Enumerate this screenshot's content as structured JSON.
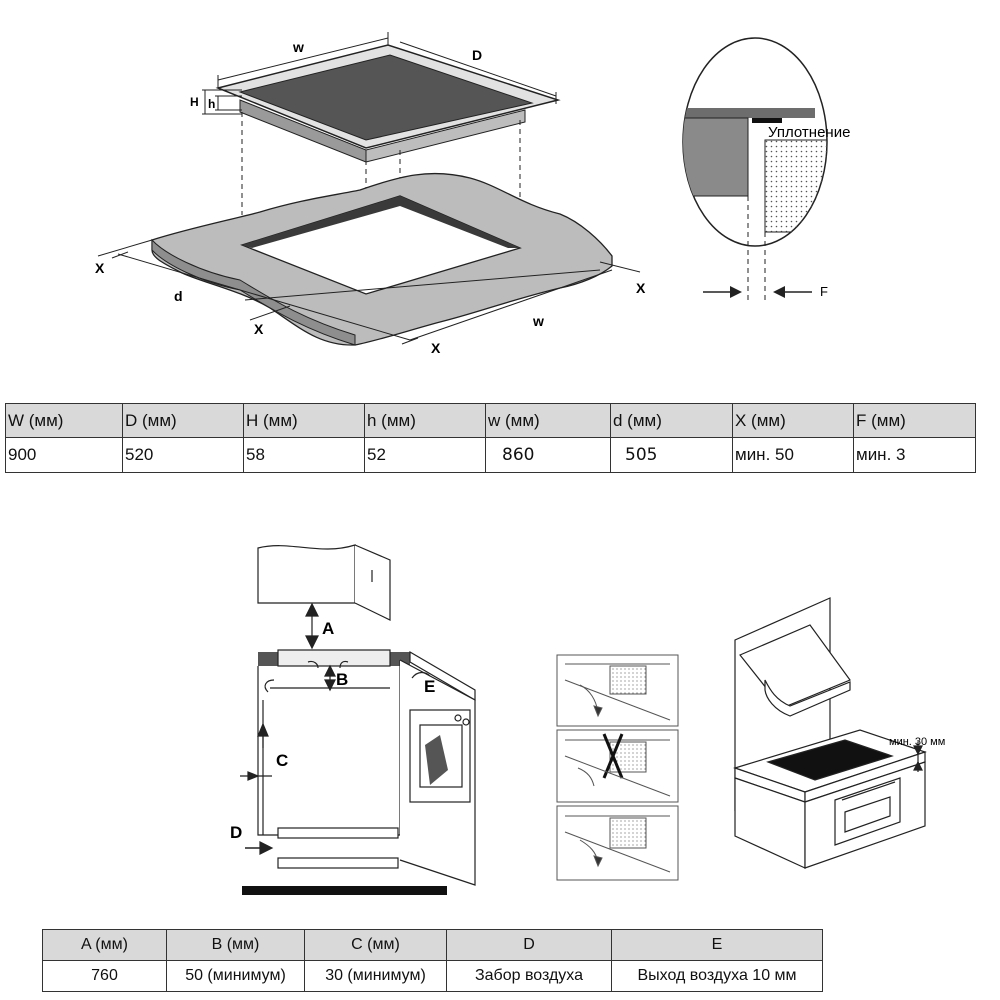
{
  "diagram_top": {
    "labels": {
      "w": "w",
      "D": "D",
      "H": "H",
      "h": "h",
      "X": "X",
      "d": "d",
      "seal": "Уплотнение",
      "F": "F"
    }
  },
  "dimension_table": {
    "headers": [
      "W (мм)",
      "D (мм)",
      "H (мм)",
      "h (мм)",
      "w (мм)",
      "d (мм)",
      "X (мм)",
      "F (мм)"
    ],
    "values": [
      "900",
      "520",
      "58",
      "52",
      "860",
      "505",
      "мин. 50",
      "мин. 3"
    ]
  },
  "diagram_bottom": {
    "labels": {
      "A": "A",
      "B": "B",
      "C": "C",
      "D": "D",
      "E": "E",
      "min_30": "мин. 30 мм"
    }
  },
  "clearance_table": {
    "headers": [
      "A (мм)",
      "B (мм)",
      "C (мм)",
      "D",
      "E"
    ],
    "values": [
      "760",
      "50 (минимум)",
      "30 (минимум)",
      "Забор воздуха",
      "Выход воздуха 10 мм"
    ]
  }
}
